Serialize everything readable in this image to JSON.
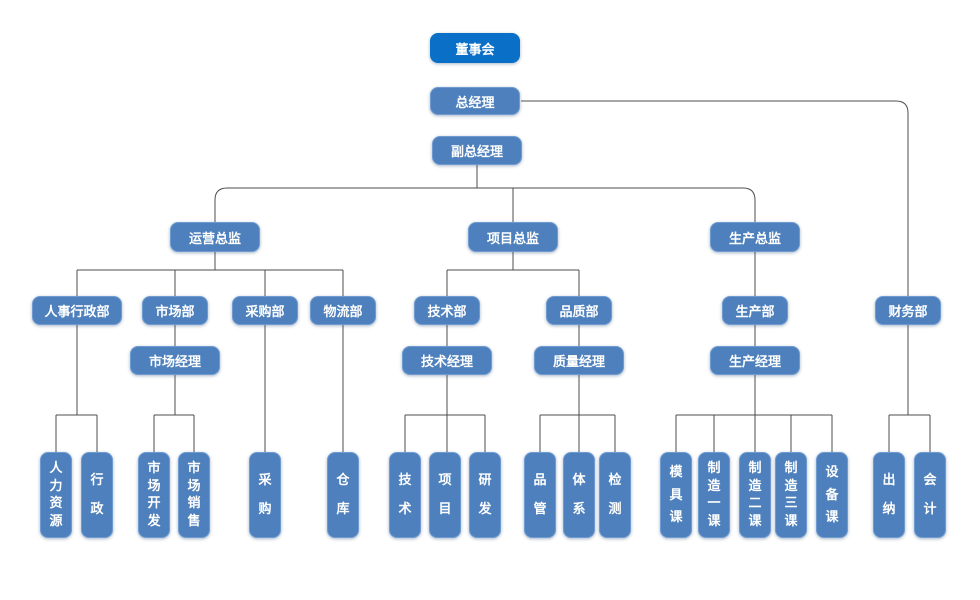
{
  "diagram": {
    "type": "org-chart",
    "colors": {
      "primary_box": "#0a70c7",
      "box": "#4d80bc",
      "line": "#4d4d4d",
      "text": "#ffffff"
    },
    "nodes": {
      "board": {
        "label": "董事会"
      },
      "general_manager": {
        "label": "总经理"
      },
      "deputy_general_manager": {
        "label": "副总经理"
      },
      "operations_director": {
        "label": "运营总监"
      },
      "project_director": {
        "label": "项目总监"
      },
      "production_director": {
        "label": "生产总监"
      },
      "hr_admin_dept": {
        "label": "人事行政部"
      },
      "marketing_dept": {
        "label": "市场部"
      },
      "purchasing_dept": {
        "label": "采购部"
      },
      "logistics_dept": {
        "label": "物流部"
      },
      "technology_dept": {
        "label": "技术部"
      },
      "quality_dept": {
        "label": "品质部"
      },
      "production_dept": {
        "label": "生产部"
      },
      "finance_dept": {
        "label": "财务部"
      },
      "marketing_manager": {
        "label": "市场经理"
      },
      "technology_manager": {
        "label": "技术经理"
      },
      "quality_manager": {
        "label": "质量经理"
      },
      "production_manager": {
        "label": "生产经理"
      },
      "human_resources": {
        "label": "人力资源"
      },
      "administration": {
        "label": "行政"
      },
      "market_development": {
        "label": "市场开发"
      },
      "market_sales": {
        "label": "市场销售"
      },
      "purchasing": {
        "label": "采购"
      },
      "warehouse": {
        "label": "仓库"
      },
      "technology": {
        "label": "技术"
      },
      "project": {
        "label": "项目"
      },
      "rnd": {
        "label": "研发"
      },
      "quality_control": {
        "label": "品管"
      },
      "system": {
        "label": "体系"
      },
      "inspection": {
        "label": "检测"
      },
      "mold_section": {
        "label": "模具课"
      },
      "manufacturing_section_1": {
        "label": "制造一课"
      },
      "manufacturing_section_2": {
        "label": "制造二课"
      },
      "manufacturing_section_3": {
        "label": "制造三课"
      },
      "equipment_section": {
        "label": "设备课"
      },
      "cashier": {
        "label": "出纳"
      },
      "accounting": {
        "label": "会计"
      }
    }
  }
}
